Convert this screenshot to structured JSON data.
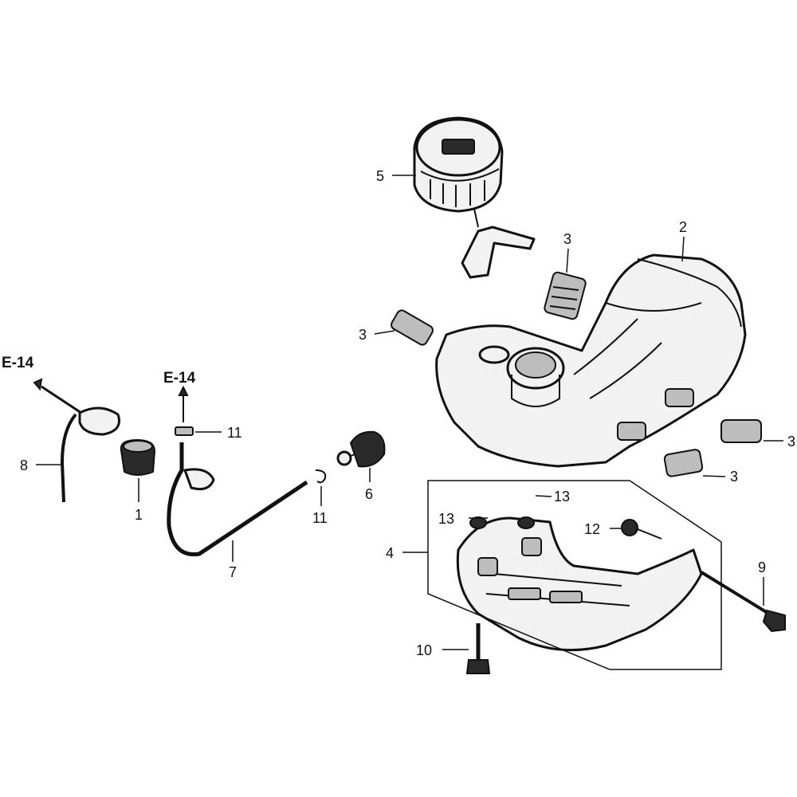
{
  "callouts": {
    "c1": "1",
    "c2": "2",
    "c3a": "3",
    "c3b": "3",
    "c3c": "3",
    "c3d": "3",
    "c4": "4",
    "c5": "5",
    "c6": "6",
    "c7": "7",
    "c8": "8",
    "c9": "9",
    "c10": "10",
    "c11a": "11",
    "c11b": "11",
    "c12": "12",
    "c13a": "13",
    "c13b": "13"
  },
  "refs": {
    "left": "E-14",
    "mid": "E-14"
  }
}
